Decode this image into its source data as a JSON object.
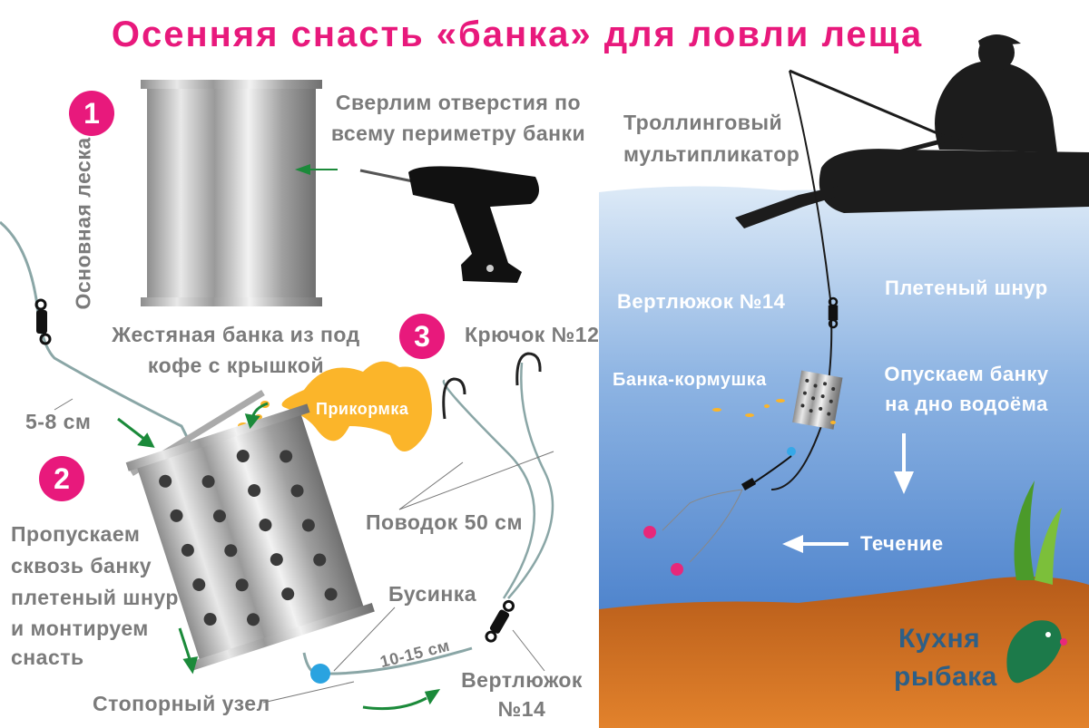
{
  "title": "Осенняя снасть «банка» для ловли леща",
  "steps": [
    "1",
    "2",
    "3"
  ],
  "left": {
    "drill_caption": [
      "Сверлим отверстия по",
      "всему периметру банки"
    ],
    "main_line": "Основная леска",
    "can_caption": [
      "Жестяная банка из под",
      "кофе с крышкой"
    ],
    "hook": "Крючок №12",
    "bait": "Прикормка",
    "length_short": "5-8 см",
    "instructions": [
      "Пропускаем",
      "сквозь банку",
      "плетеный шнур",
      "и монтируем",
      "снасть"
    ],
    "leader": "Поводок 50 см",
    "bead": "Бусинка",
    "length_mid": "10-15 см",
    "stopper": "Стопорный узел",
    "swivel": [
      "Вертлюжок",
      "№14"
    ]
  },
  "right": {
    "reel": [
      "Троллинговый",
      "мультипликатор"
    ],
    "braid": "Плетеный шнур",
    "swivel": "Вертлюжок №14",
    "feeder": "Банка-кормушка",
    "lower": [
      "Опускаем банку",
      "на дно водоёма"
    ],
    "current": "Течение",
    "logo": [
      "Кухня",
      "рыбака"
    ]
  },
  "colors": {
    "accent": "#e8197c",
    "bait": "#fbb52a",
    "water": "#3a76c8",
    "ground": "#c96a1f",
    "text_gray": "#7b7b7b"
  }
}
